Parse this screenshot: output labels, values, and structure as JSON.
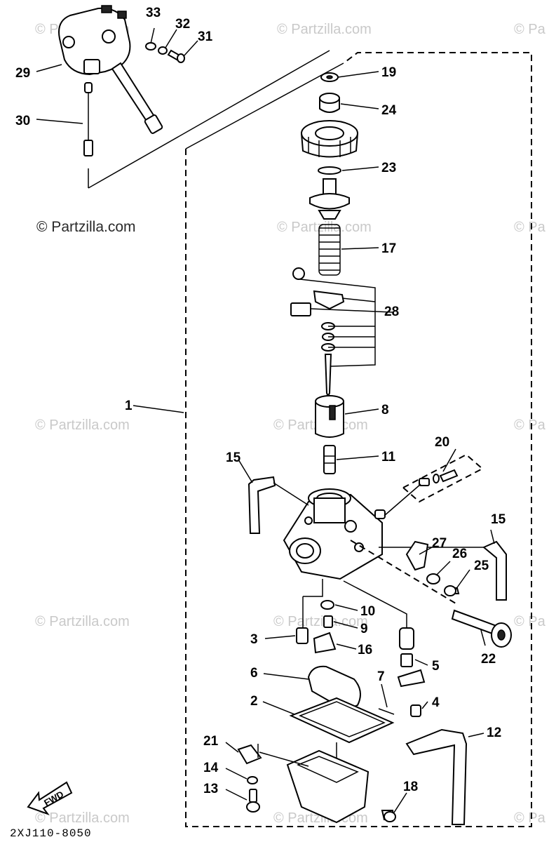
{
  "watermarks": {
    "main": "© Partzilla.com",
    "faint": "© Partzilla.com",
    "faint_edge": "© Pa"
  },
  "diagram_code": "2XJ110-8050",
  "fwd_label": "FWD",
  "labels": {
    "p1": "1",
    "p2": "2",
    "p3": "3",
    "p4": "4",
    "p5": "5",
    "p6": "6",
    "p7": "7",
    "p8": "8",
    "p9": "9",
    "p10": "10",
    "p11": "11",
    "p12": "12",
    "p13": "13",
    "p14": "14",
    "p15a": "15",
    "p15b": "15",
    "p16": "16",
    "p17": "17",
    "p18": "18",
    "p19": "19",
    "p20": "20",
    "p21": "21",
    "p22": "22",
    "p23": "23",
    "p24": "24",
    "p25": "25",
    "p26": "26",
    "p27": "27",
    "p28": "28",
    "p29": "29",
    "p30": "30",
    "p31": "31",
    "p32": "32",
    "p33": "33"
  }
}
